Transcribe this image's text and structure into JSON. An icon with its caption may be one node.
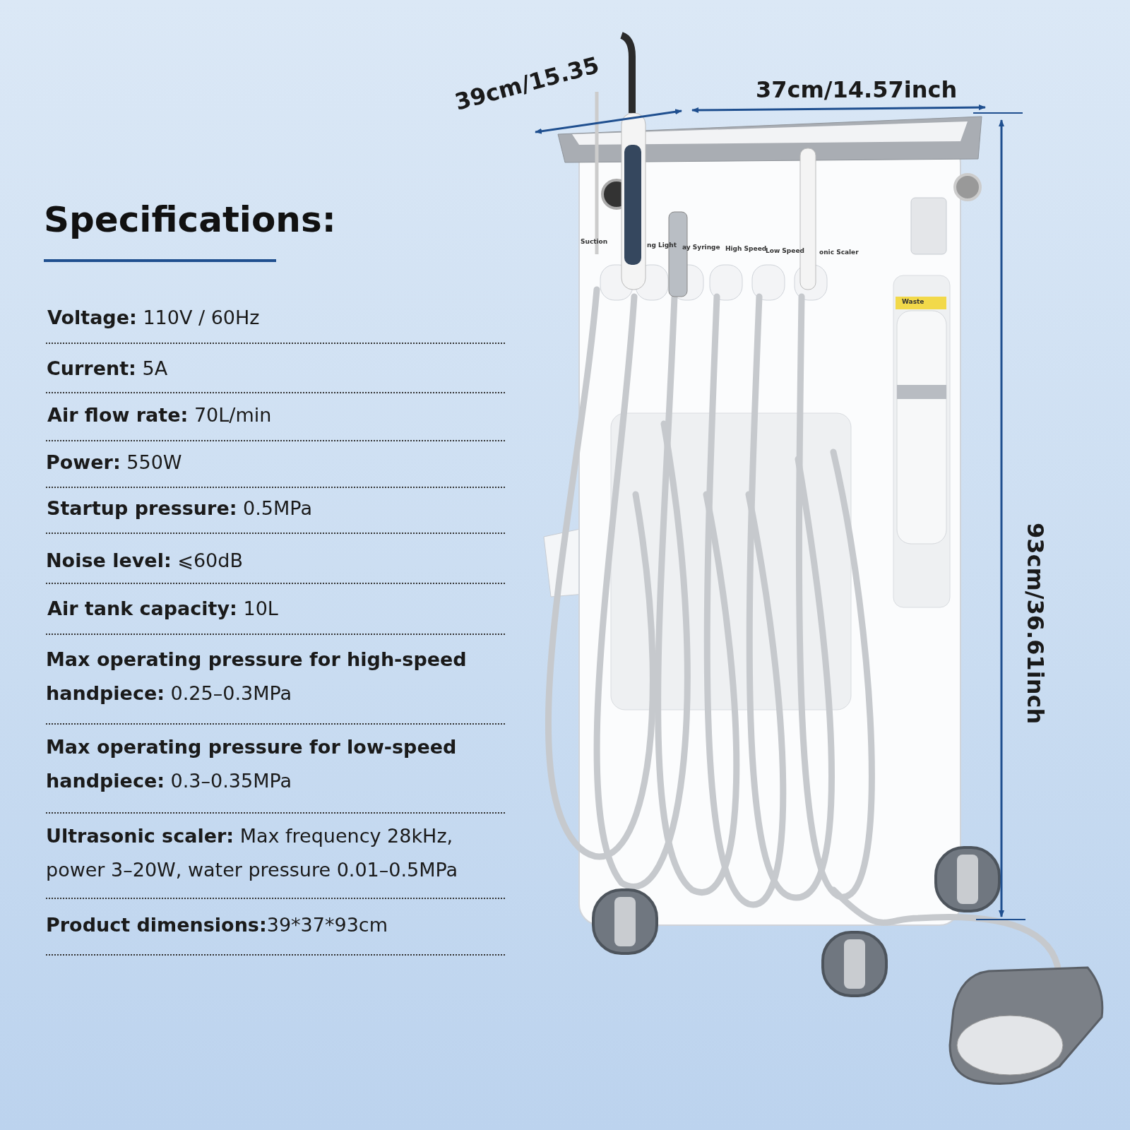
{
  "diagram": {
    "title": "Specifications:",
    "labels": [
      "**Voltage:** 110V / 60Hz",
      "**Current:** 5A",
      "**Air flow rate:** 70L/min",
      "**Power:** 550W",
      "**Startup pressure:** 0.5MPa",
      "**Noise level:** ⩽60dB",
      "**Air tank capacity:** 10L",
      "**Max operating pressure for high-speed handpiece:** 0.25–0.3MPa",
      "**Max operating pressure for low-speed handpiece:** 0.3–0.35MPa",
      "**Ultrasonic scaler:** Max frequency 28kHz, power 3–20W, water pressure 0.01–0.5MPa",
      "**Product dimensions:**39*37*93cm",
      "39cm/15.35",
      "37cm/14.57inch",
      "93cm/36.61inch",
      "Suction",
      "ng Light",
      "ay Syringe",
      "High Speed",
      "Low Speed",
      "onic Scaler",
      "Waste"
    ]
  }
}
